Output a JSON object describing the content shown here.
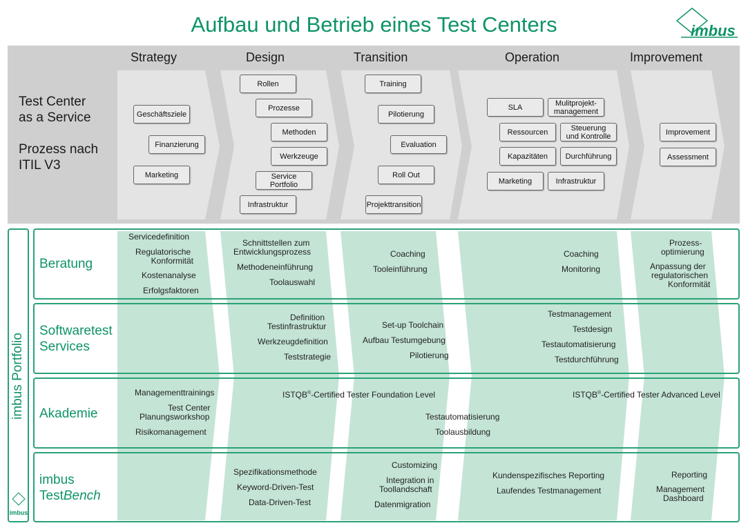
{
  "title": "Aufbau und Betrieb eines Test Centers",
  "logo_text": "imbus",
  "accent_color": "#0f9467",
  "phases": [
    "Strategy",
    "Design",
    "Transition",
    "Operation",
    "Improvement"
  ],
  "left_top": {
    "line1": "Test Center",
    "line2": "as a Service",
    "line3": "Prozess nach",
    "line4": "ITIL V3"
  },
  "boxes": {
    "strategy": [
      "Geschäftsziele",
      "Finanzierung",
      "Marketing"
    ],
    "design": [
      "Rollen",
      "Prozesse",
      "Methoden",
      "Werkzeuge",
      "Service Portfolio",
      "Infrastruktur"
    ],
    "transition": [
      "Training",
      "Pilotierung",
      "Evaluation",
      "Roll Out",
      "Projekttransition"
    ],
    "operation": [
      "SLA",
      "Mulitprojekt-management",
      "Ressourcen",
      "Steuerung und Kontrolle",
      "Kapazitäten",
      "Durchführung",
      "Marketing",
      "Infrastruktur"
    ],
    "improvement": [
      "Improvement",
      "Assessment"
    ]
  },
  "portfolio_label": "imbus Portfolio",
  "rows": {
    "beratung": {
      "label": "Beratung",
      "strategy": [
        "Servicedefinition",
        "Regulatorische",
        "Konformität",
        "Kostenanalyse",
        "Erfolgsfaktoren"
      ],
      "design": [
        "Schnittstellen zum",
        "Entwicklungsprozess",
        "Methodeneinführung",
        "Toolauswahl"
      ],
      "transition": [
        "Coaching",
        "Tooleinführung"
      ],
      "operation": [
        "Coaching",
        "Monitoring"
      ],
      "improvement": [
        "Prozess-",
        "optimierung",
        "Anpassung der",
        "regulatorischen",
        "Konformität"
      ]
    },
    "software": {
      "label1": "Softwaretest",
      "label2": "Services",
      "design": [
        "Definition",
        "Testinfrastruktur",
        "Werkzeugdefinition",
        "Teststrategie"
      ],
      "transition": [
        "Set-up Toolchain",
        "Aufbau Testumgebung",
        "Pilotierung"
      ],
      "operation": [
        "Testmanagement",
        "Testdesign",
        "Testautomatisierung",
        "Testdurchführung"
      ]
    },
    "akademie": {
      "label": "Akademie",
      "strategy": [
        "Managementtrainings",
        "Test Center",
        "Planungsworkshop",
        "Risikomanagement"
      ],
      "istqb1_pre": "ISTQB",
      "istqb1_post": "-Certified Tester Foundation Level",
      "istqb2_pre": "ISTQB",
      "istqb2_post": "-Certified Tester Advanced Level",
      "reg": "®",
      "transition": [
        "Testautomatisierung",
        "Toolausbildung"
      ]
    },
    "testbench": {
      "label1": "imbus",
      "label2a": "Test",
      "label2b": "Bench",
      "design": [
        "Spezifikationsmethode",
        "Keyword-Driven-Test",
        "Data-Driven-Test"
      ],
      "transition": [
        "Customizing",
        "Integration in",
        "Toollandschaft",
        "Datenmigration"
      ],
      "operation": [
        "Kundenspezifisches Reporting",
        "Laufendes Testmanagement"
      ],
      "improvement": [
        "Reporting",
        "Management",
        "Dashboard"
      ]
    }
  }
}
